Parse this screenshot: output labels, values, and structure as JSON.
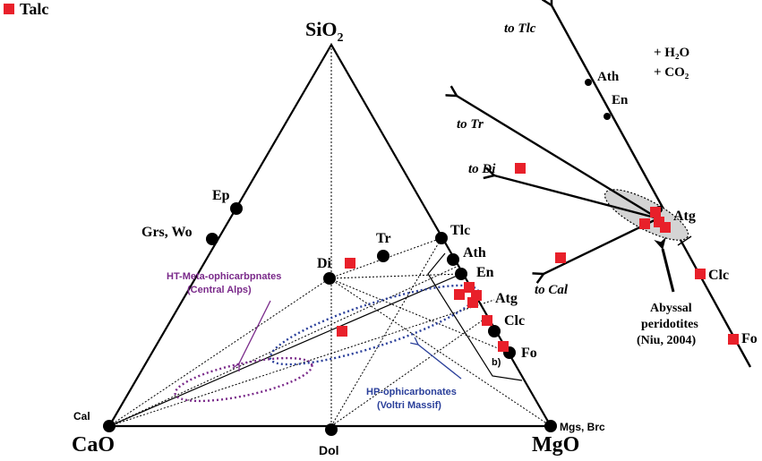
{
  "legend": {
    "marker_label": "Talc",
    "marker_color": "#e8202a"
  },
  "apices": {
    "top": "SiO",
    "top_sub": "2",
    "left": "CaO",
    "right": "MgO"
  },
  "corner_notes": {
    "left": "Cal",
    "right": "Mgs, Brc",
    "bottom_mid": "Dol"
  },
  "phases": {
    "ep": "Ep",
    "grs_wo": "Grs, Wo",
    "di": "Di",
    "tr": "Tr",
    "tlc": "Tlc",
    "ath": "Ath",
    "en": "En",
    "atg": "Atg",
    "clc": "Clc",
    "fo": "Fo",
    "b_label": "b)"
  },
  "annotations": {
    "ht_line1": "HT-Meta-ophicarbpnates",
    "ht_line2": "(Central Alps)",
    "hp_line1": "HP-ophicarbonates",
    "hp_line2": "(Voltri Massif)",
    "ht_color": "#7a2a8a",
    "hp_color": "#2a3f9a"
  },
  "inset": {
    "to_tlc": "to Tlc",
    "to_tr": "to Tr",
    "to_di": "to Di",
    "to_cal": "to Cal",
    "ath": "Ath",
    "en": "En",
    "atg": "Atg",
    "clc": "Clc",
    "fo": "Fo",
    "h2o": "+ H₂O",
    "co2": "+ CO₂",
    "abyssal_line1": "Abyssal",
    "abyssal_line2": "peridotites",
    "abyssal_line3": "(Niu, 2004)"
  }
}
